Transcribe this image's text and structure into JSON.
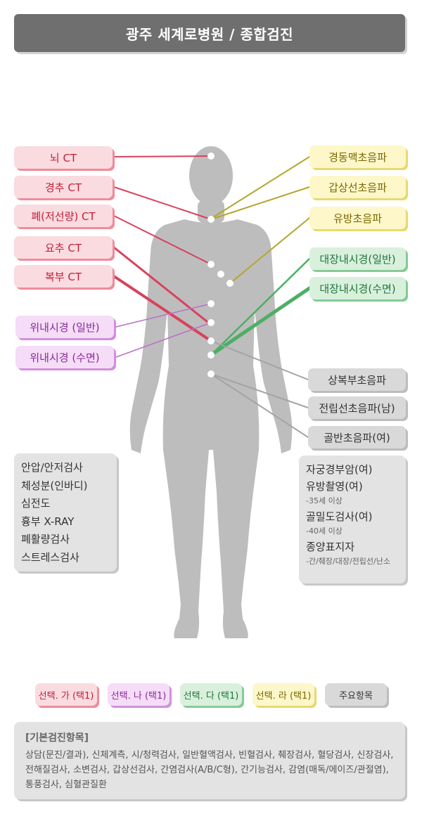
{
  "header": {
    "title": "광주 세계로병원 / 종합검진"
  },
  "left_labels": [
    "뇌 CT",
    "경추 CT",
    "폐(저선량) CT",
    "요추 CT",
    "복부 CT"
  ],
  "left_purple_labels": [
    "위내시경 (일반)",
    "위내시경 (수면)"
  ],
  "right_yellow_labels": [
    "경동맥초음파",
    "갑상선초음파",
    "유방초음파"
  ],
  "right_green_labels": [
    "대장내시경(일반)",
    "대장내시경(수면)"
  ],
  "right_gray_labels": [
    "상복부초음파",
    "전립선초음파(남)",
    "골반초음파(여)"
  ],
  "basic_list": [
    "안압/안저검사",
    "체성분(인바디)",
    "심전도",
    "흉부 X-RAY",
    "폐활량검사",
    "스트레스검사"
  ],
  "female_list": {
    "item1": "자궁경부암(여)",
    "item2": "유방촬영(여)",
    "item2_note": "-35세 이상",
    "item3": "골밀도검사(여)",
    "item3_note": "-40세 이상",
    "item4": "종양표지자",
    "item4_note": "-간/췌장/대장/전립선/난소"
  },
  "legend": [
    "선택. 가 (택1)",
    "선택. 나 (택1)",
    "선택. 다 (택1)",
    "선택. 라 (택1)",
    "주요항목"
  ],
  "basic_items": {
    "title": "[기본검진항목]",
    "text": "상담(문진/결과), 신체계측, 시/청력검사, 일반혈액검사, 빈혈검사, 췌장검사, 혈당검사, 신장검사, 전해질검사, 소변검사, 갑상선검사, 간염검사(A/B/C형), 간기능검사, 감염(매독/에이즈/관절염), 통풍검사, 심혈관질환"
  },
  "colors": {
    "red": "#d9425c",
    "yellow": "#b5a62c",
    "green": "#4caf64",
    "purple": "#b96fc8",
    "gray": "#a4a4a4",
    "body": "#bdbdbd"
  }
}
